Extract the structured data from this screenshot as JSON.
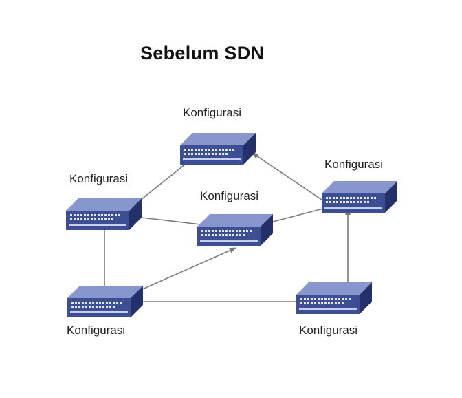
{
  "title": "Sebelum SDN",
  "nodes": [
    {
      "id": "top",
      "label": "Konfigurasi"
    },
    {
      "id": "left",
      "label": "Konfigurasi"
    },
    {
      "id": "center",
      "label": "Konfigurasi"
    },
    {
      "id": "right",
      "label": "Konfigurasi"
    },
    {
      "id": "bottom_left",
      "label": "Konfigurasi"
    },
    {
      "id": "bottom_right",
      "label": "Konfigurasi"
    }
  ],
  "colors": {
    "switch_front": "#3d4f94",
    "switch_top": "#8796cc",
    "switch_side": "#24306a",
    "arrow": "#7a7a7a"
  },
  "icon": "network-switch-icon"
}
